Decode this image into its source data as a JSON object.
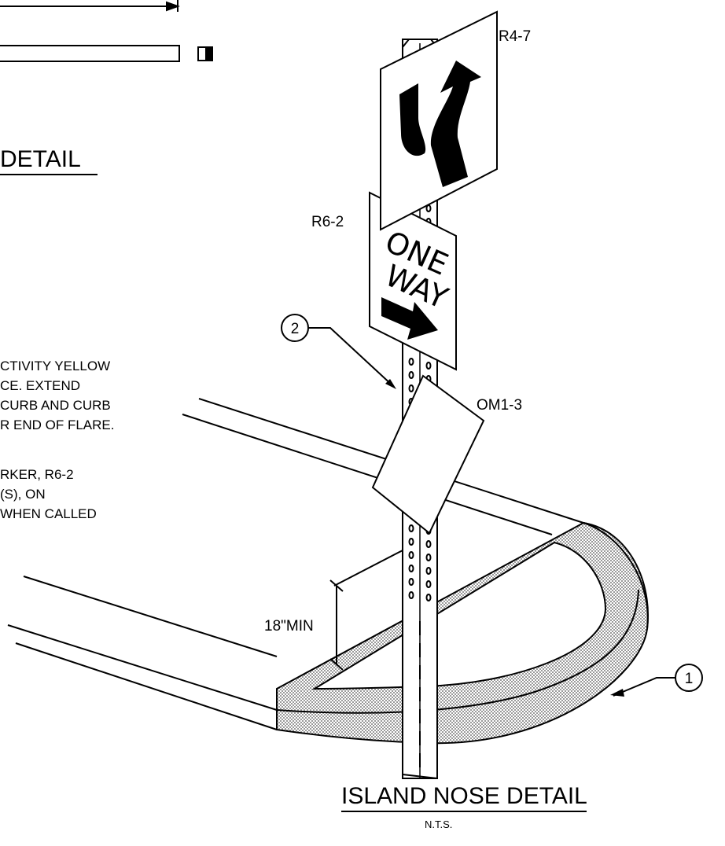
{
  "top_title": "DETAIL",
  "notes": {
    "note1": [
      "CTIVITY YELLOW",
      "CE. EXTEND",
      "CURB AND CURB",
      "R END OF FLARE."
    ],
    "note2": [
      "RKER, R6-2",
      "(S), ON",
      "WHEN CALLED"
    ]
  },
  "signs": {
    "r4_7_label": "R4-7",
    "r6_2_label": "R6-2",
    "r6_2_text_line1": "ONE",
    "r6_2_text_line2": "WAY",
    "om1_3_label": "OM1-3"
  },
  "callouts": {
    "callout_1": "1",
    "callout_2": "2"
  },
  "dimension": {
    "min_height": "18\"MIN"
  },
  "bottom_title": "ISLAND NOSE DETAIL",
  "scale_note": "N.T.S.",
  "colors": {
    "ink": "#000000",
    "paper": "#ffffff",
    "hatch": "#bdbdbd"
  }
}
